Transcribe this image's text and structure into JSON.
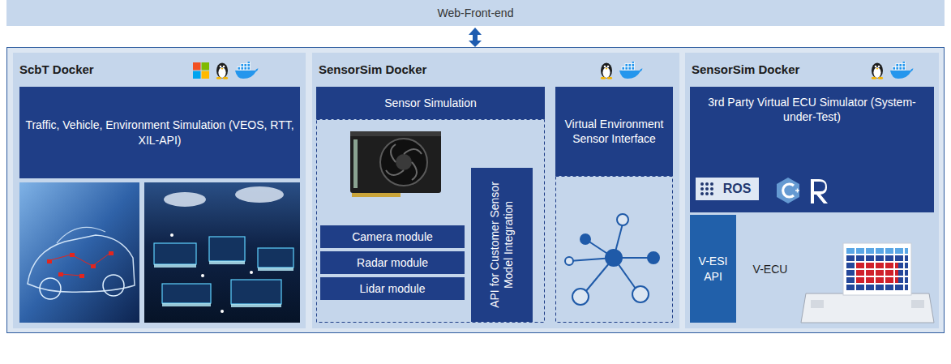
{
  "diagram": {
    "nodes": [
      {
        "text": [
          "Web-Front-end"
        ]
      },
      {
        "text": [
          "ScbT Docker"
        ]
      },
      {
        "text": [
          "Traffic, Vehicle, Environment Simulation (VEOS, RTT, XIL-API)"
        ],
        "in": 1
      },
      {
        "text": [
          "SensorSim Docker"
        ]
      },
      {
        "text": [
          "Sensor Simulation"
        ],
        "in": 3
      },
      {
        "text": [
          "Camera module"
        ],
        "in": 3
      },
      {
        "text": [
          "Radar module"
        ],
        "in": 3
      },
      {
        "text": [
          "Lidar module"
        ],
        "in": 3
      },
      {
        "text": [
          "API for Customer Sensor Model Integration"
        ],
        "in": 3
      },
      {
        "text": [
          "Virtual Environment Sensor Interface"
        ],
        "in": 3
      },
      {
        "text": [
          "SensorSim Docker"
        ]
      },
      {
        "text": [
          "3rd Party Virtual ECU Simulator (System-under-Test)"
        ],
        "in": 10
      },
      {
        "text": [
          "V-ESI API"
        ],
        "in": 10
      }
    ],
    "labels": [
      "ROS",
      "V-ECU"
    ]
  }
}
